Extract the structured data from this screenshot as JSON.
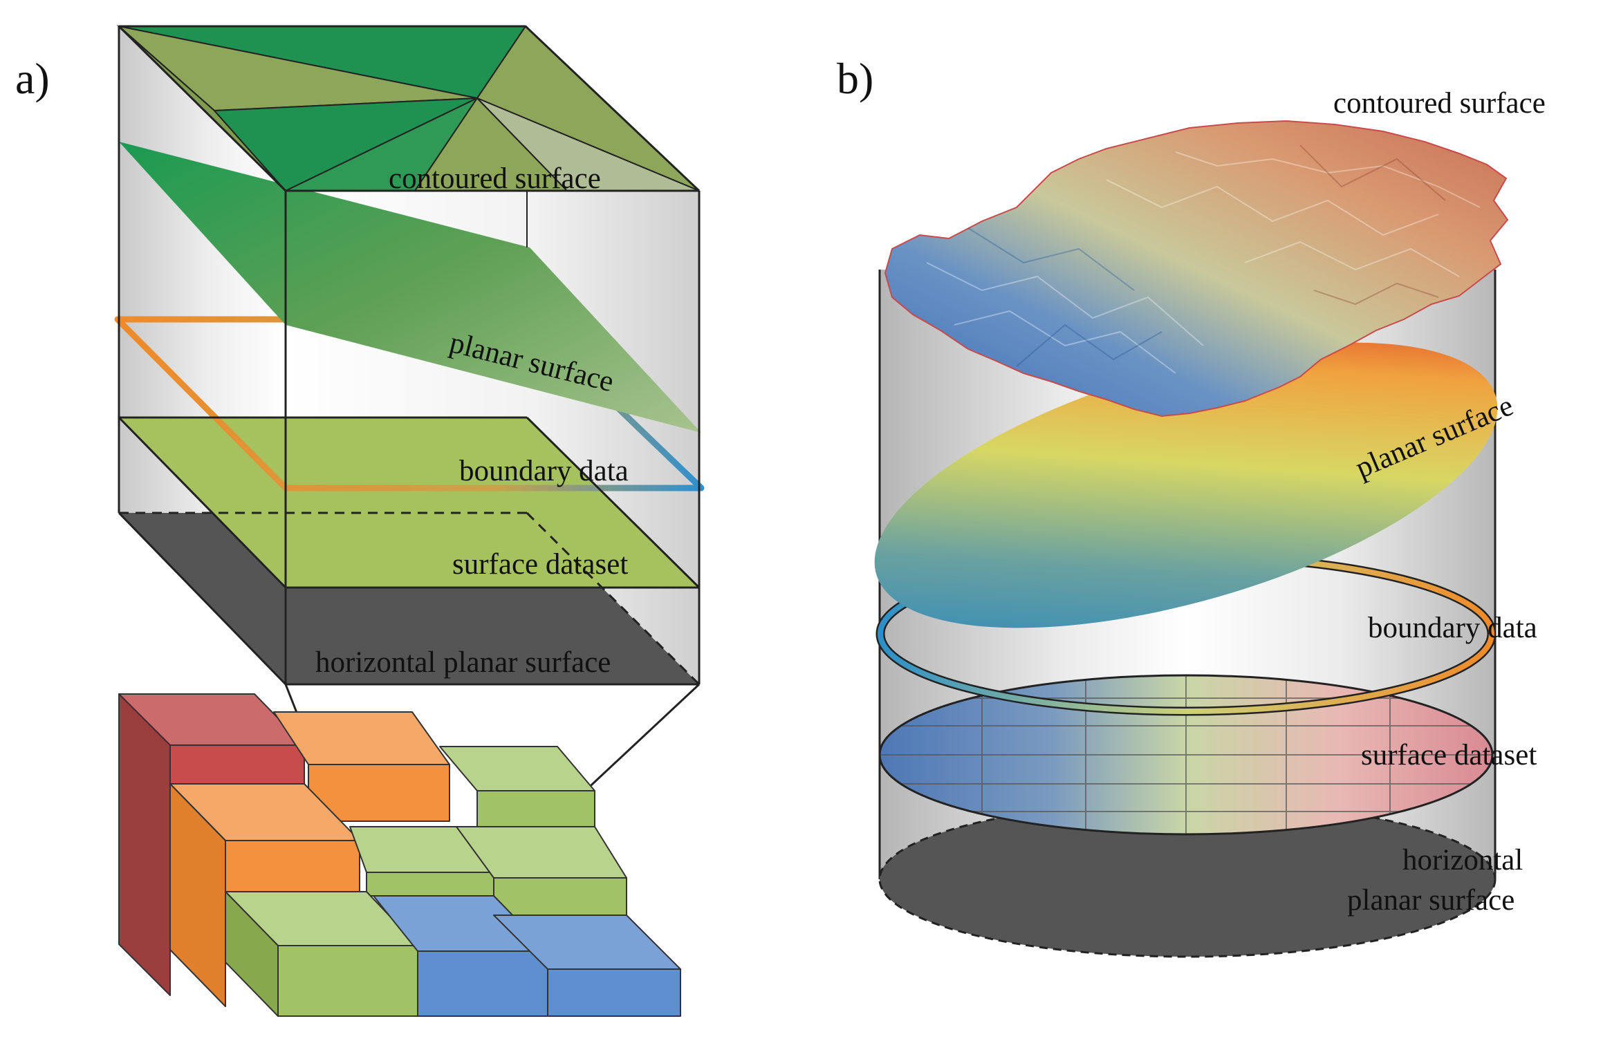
{
  "panel_a": {
    "letter": "a)",
    "labels": {
      "contoured": "contoured surface",
      "planar": "planar surface",
      "boundary": "boundary data",
      "dataset": "surface dataset",
      "horizontal": "horizontal planar surface"
    }
  },
  "panel_b": {
    "letter": "b)",
    "labels": {
      "contoured": "contoured surface",
      "planar": "planar surface",
      "boundary": "boundary data",
      "dataset": "surface dataset",
      "horizontal_line1": "horizontal",
      "horizontal_line2": "planar surface"
    }
  },
  "colors": {
    "dark_green": "#1f9150",
    "olive_green": "#8ea65a",
    "light_green": "#a6c25f",
    "grey_plane": "#555555",
    "orange": "#f59a4c",
    "red": "#c85353",
    "blue": "#5f8fce",
    "boundary_orange": "#f08a2a",
    "boundary_blue": "#2f8fd0"
  }
}
